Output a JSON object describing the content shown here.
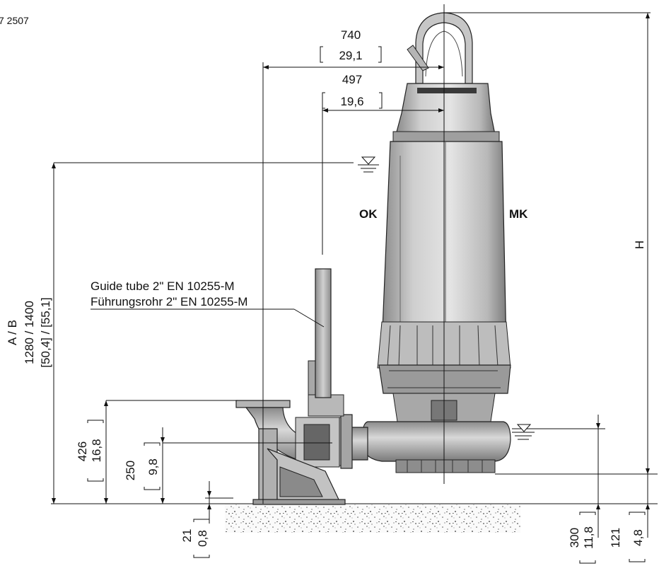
{
  "header": {
    "doc_ref": "7 2507"
  },
  "dimensions": {
    "d740": {
      "value": "740",
      "inch": "29,1"
    },
    "d497": {
      "value": "497",
      "inch": "19,6"
    },
    "height": {
      "label": "H"
    },
    "ab": {
      "title": "A   /   B",
      "values": "1280  / 1400",
      "inches": "[50,4] / [55,1]"
    },
    "d426": {
      "value": "426",
      "inch": "16,8"
    },
    "d250": {
      "value": "250",
      "inch": "9,8"
    },
    "d21": {
      "value": "21",
      "inch": "0,8"
    },
    "d300": {
      "value": "300",
      "inch": "11,8"
    },
    "d121": {
      "value": "121",
      "inch": "4,8"
    }
  },
  "labels": {
    "ok": "OK",
    "mk": "MK",
    "guide_tube_en": "Guide tube 2\" EN 10255-M",
    "guide_tube_de": "Führungsrohr 2\" EN 10255-M"
  }
}
